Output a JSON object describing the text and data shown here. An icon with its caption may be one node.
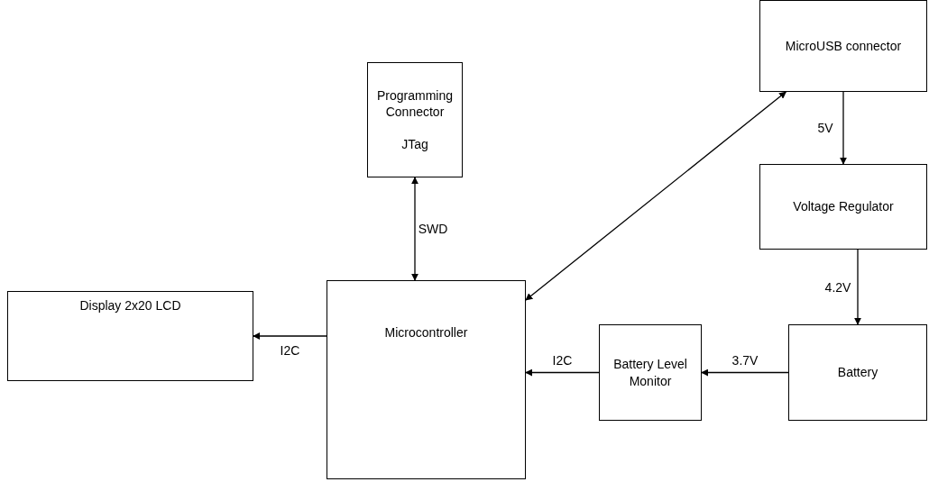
{
  "diagram": {
    "nodes": [
      {
        "text": [
          "MicroUSB connector"
        ]
      },
      {
        "text": [
          "Programming Connector",
          "JTag"
        ]
      },
      {
        "text": [
          "Voltage Regulator"
        ]
      },
      {
        "text": [
          "Display 2x20 LCD"
        ]
      },
      {
        "text": [
          "Microcontroller"
        ]
      },
      {
        "text": [
          "Battery Level Monitor"
        ]
      },
      {
        "text": [
          "Battery"
        ]
      }
    ],
    "edges": [
      {
        "from": 1,
        "to": 4,
        "arrow": "both",
        "label": "SWD"
      },
      {
        "from": 4,
        "to": 0,
        "arrow": "both"
      },
      {
        "from": 0,
        "to": 2,
        "arrow": "to",
        "label": "5V"
      },
      {
        "from": 2,
        "to": 6,
        "arrow": "to",
        "label": "4.2V"
      },
      {
        "from": 6,
        "to": 5,
        "arrow": "to",
        "label": "3.7V"
      },
      {
        "from": 5,
        "to": 4,
        "arrow": "to",
        "label": "I2C"
      },
      {
        "from": 4,
        "to": 3,
        "arrow": "to",
        "label": "I2C"
      }
    ]
  }
}
